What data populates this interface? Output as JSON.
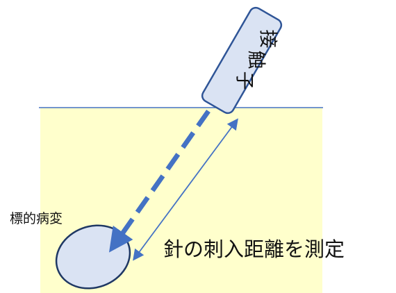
{
  "labels": {
    "probe_chars": [
      "接",
      "触",
      "子"
    ],
    "lesion": "標的病変",
    "measurement": "針の刺入距離を測定"
  },
  "colors": {
    "tissue_fill": "#FFFFCC",
    "surface_line": "#4472C4",
    "probe_fill": "#DAE3F3",
    "probe_stroke": "#2F5597",
    "lesion_fill": "#DAE3F3",
    "lesion_stroke": "#1F3864",
    "needle": "#4472C4",
    "arrow": "#4472C4"
  }
}
